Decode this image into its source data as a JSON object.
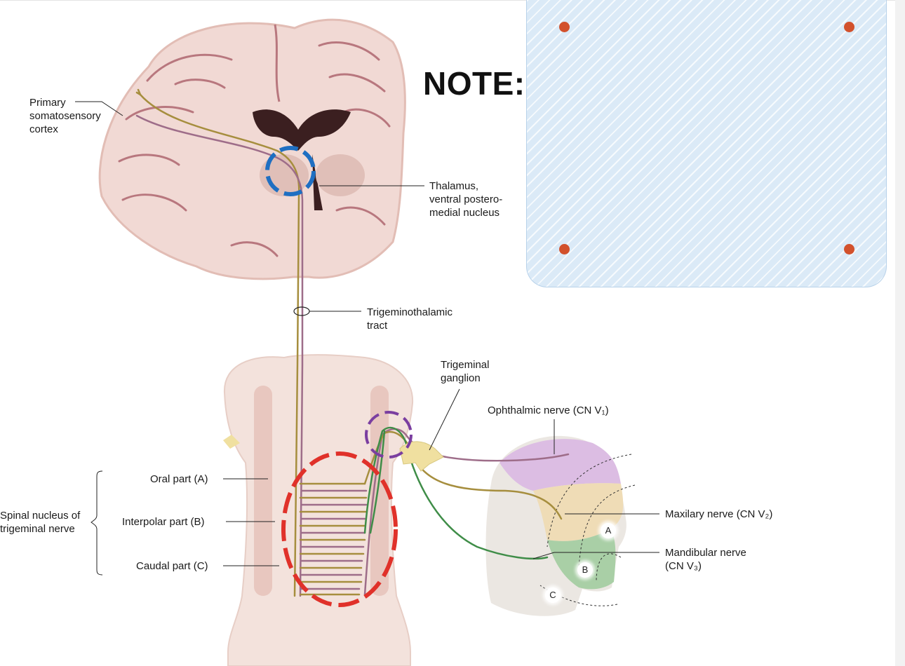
{
  "labels": {
    "primary_cortex": "Primary\nsomatosensory\ncortex",
    "thalamus": "Thalamus,\nventral postero-\nmedial nucleus",
    "tract": "Trigeminothalamic\ntract",
    "ganglion": "Trigeminal\nganglion",
    "ophthalmic": "Ophthalmic nerve (CN V₁)",
    "maxillary": "Maxilary nerve (CN V₂)",
    "mandibular": "Mandibular nerve\n(CN V₃)",
    "spinal_nucleus": "Spinal nucleus of\ntrigeminal nerve",
    "oral": "Oral part (A)",
    "interpolar": "Interpolar part (B)",
    "caudal": "Caudal part (C)",
    "face_a": "A",
    "face_b": "B",
    "face_c": "C"
  },
  "note": {
    "title": "NOTE:"
  },
  "colors": {
    "tan_fiber": "#a68e3e",
    "mauve_fiber": "#9e6d89",
    "green_fiber": "#3f8d48",
    "thalamus_circle": "#1f6fc2",
    "ganglion_circle": "#7a3ea0",
    "nucleus_oval": "#e0312a",
    "pin": "#d2512c"
  },
  "icons": [
    "brain-section",
    "brainstem-section",
    "face-profile"
  ]
}
